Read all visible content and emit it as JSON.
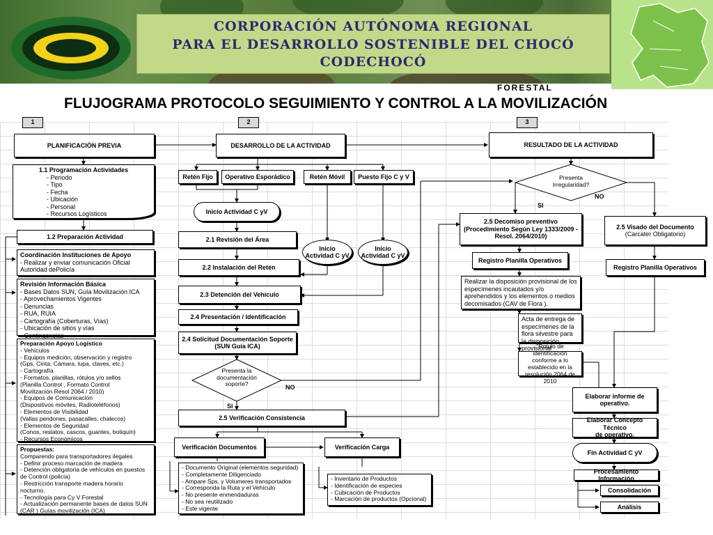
{
  "header": {
    "org_line1": "CORPORACIÓN AUTÓNOMA REGIONAL",
    "org_line2": "PARA EL DESARROLLO SOSTENIBLE DEL CHOCÓ",
    "org_line3": "CODECHOCÓ",
    "subtitle": "FORESTAL",
    "main_title": "FLUJOGRAMA PROTOCOLO SEGUIMIENTO Y CONTROL  A LA MOVILIZACIÓN"
  },
  "columns": {
    "tab1": "1",
    "tab2": "2",
    "tab3": "3",
    "col1_title": "PLANIFICACIÓN PREVIA",
    "col2_title": "DESARROLLO DE LA ACTIVIDAD",
    "col3_title": "RESULTADO DE LA ACTIVIDAD"
  },
  "col1": {
    "prog_title": "1.1 Programación Actividades",
    "prog_items": [
      "- Periodo",
      "- Tipo",
      "- Fecha",
      "- Ubicación",
      "- Personal",
      "- Recursos Logísticos"
    ],
    "prep_activity": "1.2 Preparación Actividad",
    "coord_title": "Coordinación Instituciones de Apoyo",
    "coord_body": "- Realizar y enviar comunicación Oficial\nAutoridad dePolicía",
    "rev_title": "Revisión Información Básica",
    "rev_body": "- Bases Datos SUN, Guía Movilización ICA\n- Aprovechamientos Vigentes\n- Denuncias\n- RUA, RUIA\n- Cartografía (Coberturas, Vías)\n- Ubicación de sitios y vías\n- Contingencias",
    "log_title": "Preparación Apoyo Logístico",
    "log_body": "- Vehículos\n- Equipos medición, observación y registro\n    (Gps, Cinta, Cámara, lupa, claves, etc.)\n- Cartografía\n- Formatos, planillas, rótulos y/o sellos\n   (Planilla Control , Formato Control\n   Movilización Resol 2064 / 2010)\n- Equipos de Comunicación\n    (Dispositivos móviles, Radioteléfonos)\n- Elementos de Visibilidad\n    (Vallas pendones, pasacalles, chalecos)\n- Elementos de Seguridad\n    (Conos, reslatos, cascos, guantes, botiquín)\n- Recursos Económicos",
    "prop_title": "Propuestas:",
    "prop_body": "Comparendo para transportadores ilegales\n- Definir proceso marcación de madera\n- Detención obligatoria de vehículos en puestos\n  de Control (policía)\n- Restricción transporte madera horario\n  nocturno.\n- Tecnología para Cy V Forestal\n- Actualización permanente bases de datos SUN\n  (CAR ) Guías movilización  (ICA)"
  },
  "col2": {
    "reten_fijo": "Retén Fijo",
    "operativo": "Operativo Esporádico",
    "reten_movil": "Retén Móvil",
    "puesto_fijo": "Puesto Fijo C y V",
    "inicio_main": "Inicio Actividad C yV",
    "inicio_movil": "Inicio\nActividad C yV",
    "inicio_puesto": "Inicio\nActividad C yV",
    "s21": "2.1 Revisión del Área",
    "s22": "2.2 Instalación del Retén",
    "s23": "2.3 Detención del Vehículo",
    "s24": "2.4 Presentación / Identificación",
    "s24b": "2.4 Solicitud Documentación Soporte\n(SUN Guía ICA)",
    "decision": "Presenta la\ndocumentación\nsoporte?",
    "no_label": "NO",
    "si_label": "Si",
    "s25": "2.5 Verificación Consistencia",
    "verif_docs": "Verificación Documentos",
    "verif_carga": "Verificación Carga",
    "docs_list": "- Documento Original (elementos seguridad)\n- Completamente Diligenciado\n- Ampare Sps. y Volumeres  transportados\n- Corresponda la Ruta y el Vehículo\n- No presente enmendaduras\n- No sea reutilizado\n- Este vigente",
    "carga_list": "- Inventario de Productos\n- Identificación de especies\n- Cubicación de Productos\n- Marcación de productos (Opcional)"
  },
  "col3": {
    "decision": "Presenta\nIrregularidad?",
    "si_label": "SI",
    "no_label": "NO",
    "decomiso": "2.5 Decomiso preventivo\n(Procedimiento Según Ley 1333/2009 -\nResol. 2064/2010)",
    "visado_title": "2.5 Visado del Documento",
    "visado_sub": "(Carcater Obligatorio)",
    "registro_left": "Registro Planilla Operativos",
    "registro_right": "Registro Planilla Operativos",
    "disposicion": "Realizar la disposición  provisional de los especímenes incautados y/o aprehendidos y los elementos o medios decomisados (CAV de Flora ).",
    "acta": "Acta de entrega de especímenes de la flora silvestre para la disposición provisional",
    "rotulo": "\"Rotulo de identificación conforme a lo establecido en la resolución 2064 de 2010",
    "informe": "Elaborar informe de\noperativo.",
    "concepto": "Elaborar Concepto Técnico\nde operativo.",
    "fin": "Fin Actividad C yV",
    "procesamiento": "Procesamiento Información",
    "consolidacion": "Consolidación",
    "analisis": "Análisis"
  }
}
